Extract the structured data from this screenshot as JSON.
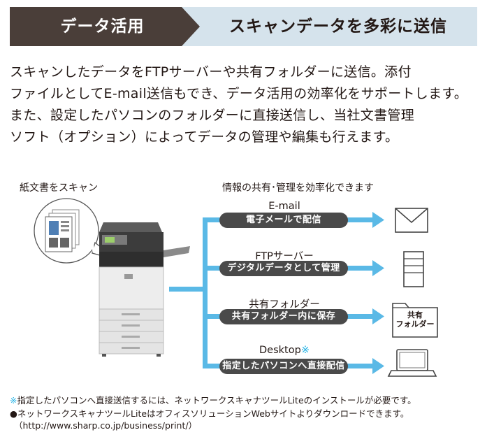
{
  "header": {
    "left_label": "データ活用",
    "right_label": "スキャンデータを多彩に送信"
  },
  "colors": {
    "header_dark": "#4a3e39",
    "header_light": "#d5e3ec",
    "accent_blue": "#5ab9e6",
    "pill_gray": "#4a4a4a",
    "note_blue": "#27b4e6"
  },
  "intro": {
    "lines": [
      "スキャンしたデータをFTPサーバーや共有フォルダーに送信。添付",
      "ファイルとしてE-mail送信もでき、データ活用の効率化をサポートします。",
      "また、設定したパソコンのフォルダーに直接送信し、当社文書管理",
      "ソフト（オプション）によってデータの管理や編集も行えます。"
    ]
  },
  "diagram": {
    "scan_label": "紙文書をスキャン",
    "share_label": "情報の共有･管理を効率化できます",
    "services": [
      {
        "name": "E-mail",
        "action": "電子メールで配信",
        "icon": "envelope-icon"
      },
      {
        "name": "FTPサーバー",
        "action": "デジタルデータとして管理",
        "icon": "server-icon"
      },
      {
        "name": "共有フォルダー",
        "action": "共有フォルダー内に保存",
        "icon": "folder-icon",
        "icon_text": [
          "共有",
          "フォルダー"
        ]
      },
      {
        "name": "Desktop",
        "name_mark": "※",
        "action": "指定したパソコンへ直接配信",
        "icon": "laptop-icon"
      }
    ]
  },
  "footnotes": {
    "note1_mark": "※",
    "note1_text": "指定したパソコンへ直接送信するには、ネットワークスキャナツールLiteのインストールが必要です。",
    "note2_mark": "●",
    "note2_text": "ネットワークスキャナツールLiteはオフィスソリューションWebサイトよりダウンロードできます。",
    "note2_url": "（http://www.sharp.co.jp/business/print/）"
  }
}
